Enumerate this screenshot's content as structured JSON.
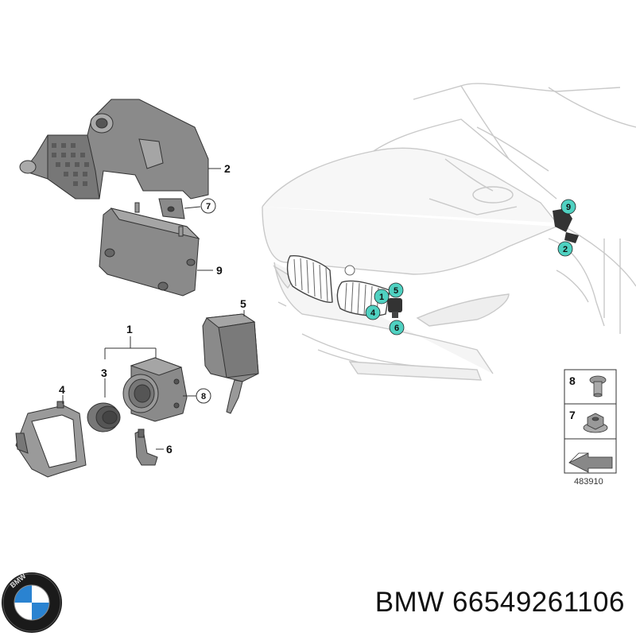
{
  "callouts": {
    "c1": "1",
    "c2": "2",
    "c3": "3",
    "c4": "4",
    "c5": "5",
    "c6": "6",
    "c7": "7",
    "c8": "8",
    "c9": "9"
  },
  "car_markers": {
    "m1": "1",
    "m2": "2",
    "m4": "4",
    "m5": "5",
    "m6": "6",
    "m9": "9"
  },
  "legend": {
    "item_8": "8",
    "item_7": "7"
  },
  "reference_number": "483910",
  "logo": {
    "icon": "bmw-roundel-icon",
    "letters": "BMW"
  },
  "caption": {
    "brand": "BMW",
    "part_number": "66549261106"
  },
  "colors": {
    "marker_fill": "#4fd1c1",
    "line_art": "#555555",
    "part_shade": "#8a8a8a"
  }
}
